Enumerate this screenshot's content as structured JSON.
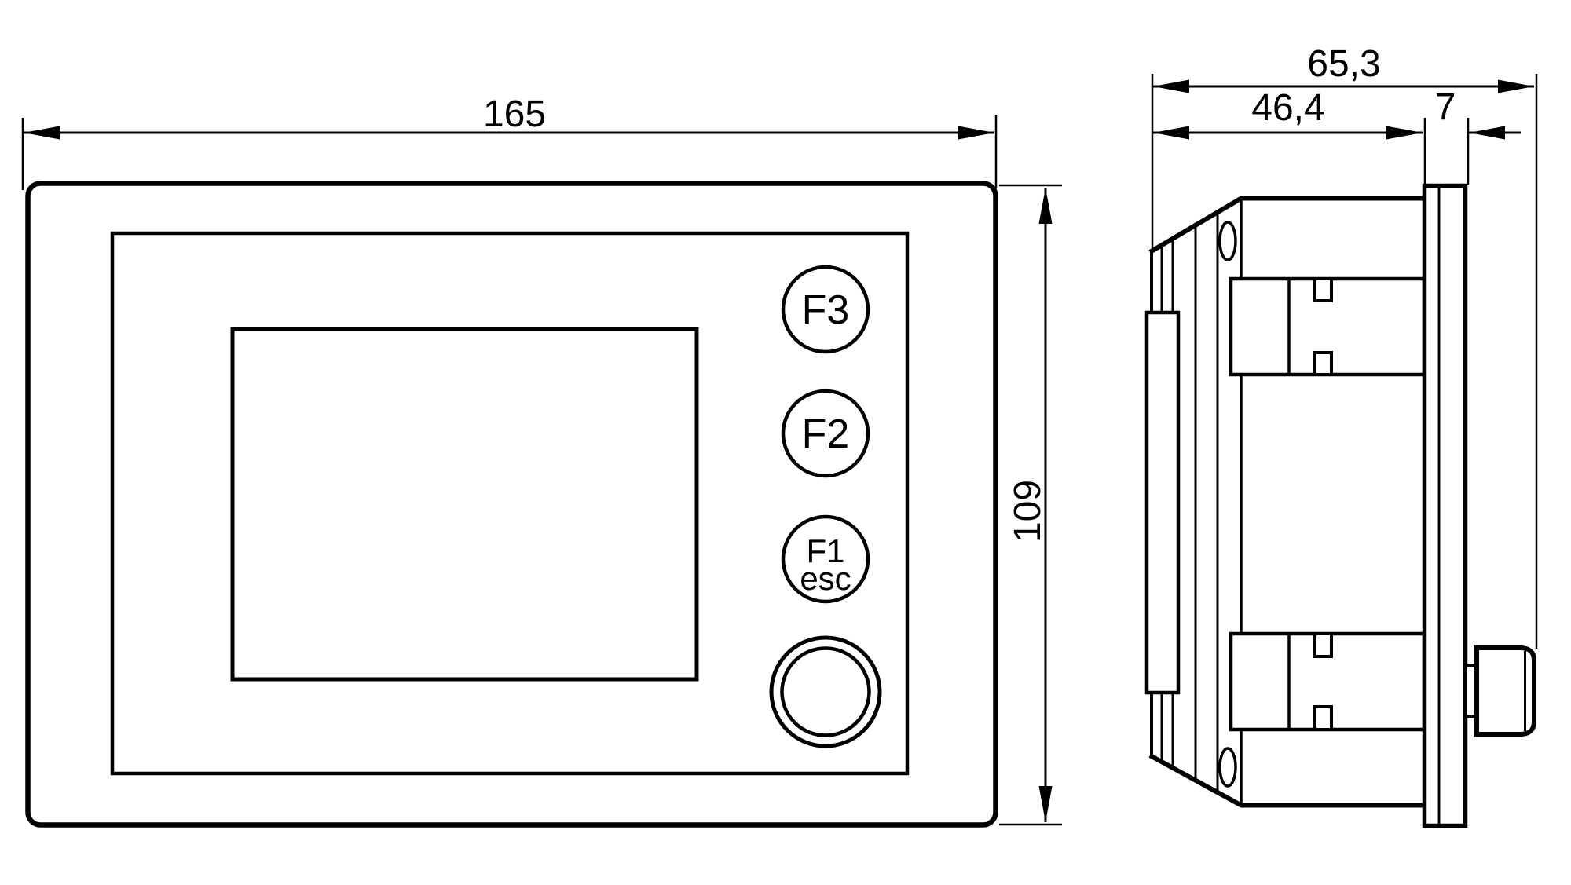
{
  "drawing": {
    "description": "Two-view technical dimension drawing of a panel-mount HMI device with three function keys and a rotary knob",
    "colors": {
      "line": "#000000",
      "background": "#ffffff"
    },
    "front_view": {
      "width_label": "165",
      "height_label": "109",
      "f3_label": "F3",
      "f2_label": "F2",
      "f1_label": "F1",
      "esc_label": "esc"
    },
    "side_view": {
      "total_depth_label": "65,3",
      "body_depth_label": "46,4",
      "bezel_thickness_label": "7"
    }
  }
}
